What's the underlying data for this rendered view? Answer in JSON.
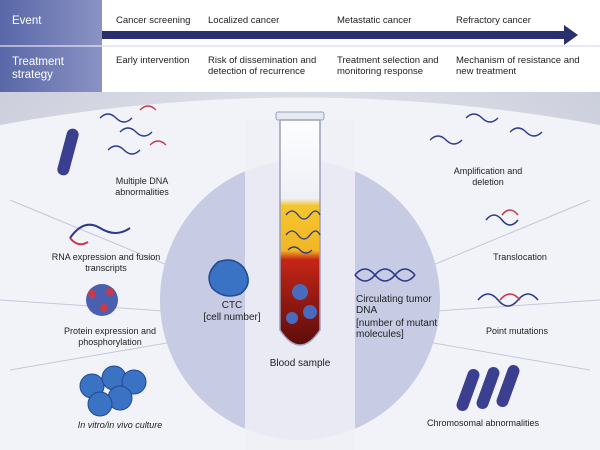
{
  "header": {
    "event_label": "Event",
    "treatment_label": "Treatment strategy",
    "events": [
      "Cancer screening",
      "Localized cancer",
      "Metastatic cancer",
      "Refractory cancer"
    ],
    "strategies": [
      "Early intervention",
      "Risk of dissemination and detection of recurrence",
      "Treatment selection and monitoring response",
      "Mechanism of resistance and new treatment"
    ]
  },
  "left": {
    "items": [
      "Multiple DNA abnormalities",
      "RNA expression and fusion transcripts",
      "Protein expression and phosphorylation",
      "In vitro/in vivo culture"
    ]
  },
  "right": {
    "items": [
      "Amplification and deletion",
      "Translocation",
      "Point mutations",
      "Chromosomal abnormalities"
    ]
  },
  "center": {
    "ctc_title": "CTC",
    "ctc_sub": "[cell number]",
    "ctdna_title": "Circulating tumor DNA",
    "ctdna_sub": "[number of mutant molecules]",
    "tube_label": "Blood sample"
  },
  "colors": {
    "arrow": "#2a2f6e",
    "header_left": "#5a6aa8",
    "header_bg": "#ffffff",
    "panel": "#f1f2f7",
    "inner_circle": "#c9cde6",
    "cell": "#3a72c4",
    "dna_blue": "#2b3a8a",
    "dna_red": "#c83a4a",
    "blood": "#8b1a1a",
    "plasma": "#f2c530"
  }
}
